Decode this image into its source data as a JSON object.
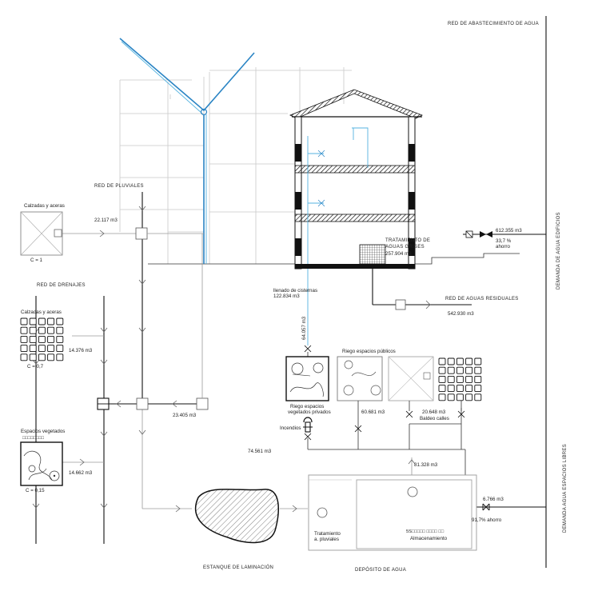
{
  "labels": {
    "red_abastecimiento": "RED DE ABASTECIMIENTO DE AGUA",
    "demanda_edificios": "DEMANDA DE AGUA EDIFICIOS",
    "demanda_espacios": "DEMANDA AGUA ESPACIOS LIBRES",
    "red_pluviales": "RED DE PLUVIALES",
    "red_drenajes": "RED DE DRENAJES",
    "red_residuales": "RED DE AGUAS RESIDUALES",
    "tratamiento_grises_1": "TRATAMIENTO DE",
    "tratamiento_grises_2": "AGUAS GRISES",
    "estanque": "ESTANQUE DE LAMINACIÓN",
    "deposito": "DEPÓSITO DE AGUA",
    "riego_publicos": "Riego espacios públicos",
    "riego_privados_1": "Riego espacios",
    "riego_privados_2": "vegetados privados",
    "baldeo": "Baldeo calles",
    "incendios": "Incendios",
    "llenado_1": "llenado de cisternas",
    "tratamiento_pluv_1": "Tratamiento",
    "tratamiento_pluv_2": "a. pluviales",
    "almacenamiento": "Almacenamiento",
    "almacenamiento_prefix": "5S□□□□□ □□□□ □□"
  },
  "surfaces": {
    "calzadas1_title": "Calzadas y aceras",
    "calzadas1_c": "C = 1",
    "calzadas2_title": "Calzadas y aceras",
    "calzadas2_c": "C = 0,7",
    "vegetados_title": "Espacios vegetados",
    "vegetados_sub": "□□□□□□□□",
    "vegetados_c": "C = 0,15"
  },
  "values": {
    "v_22117": "22.117 m3",
    "v_14376": "14.376 m3",
    "v_14662": "14.662 m3",
    "v_23405": "23.405 m3",
    "v_74561": "74.561 m3",
    "v_122834": "122.834 m3",
    "v_64057": "64.057 m3",
    "v_60681": "60.681 m3",
    "v_20648": "20.648 m3",
    "v_81328": "81.328 m3",
    "v_257904": "257.904 m3",
    "v_542930": "542.930 m3",
    "v_612355": "612.355 m3",
    "ahorro_1": "33,7 %",
    "ahorro_1_word": "ahorro",
    "v_6766": "6.766 m3",
    "ahorro_2": "91,7% ahorro"
  },
  "colors": {
    "rain_blue": "#2a84c4",
    "water_light_blue": "#54b3e0",
    "hatch": "#111111"
  }
}
